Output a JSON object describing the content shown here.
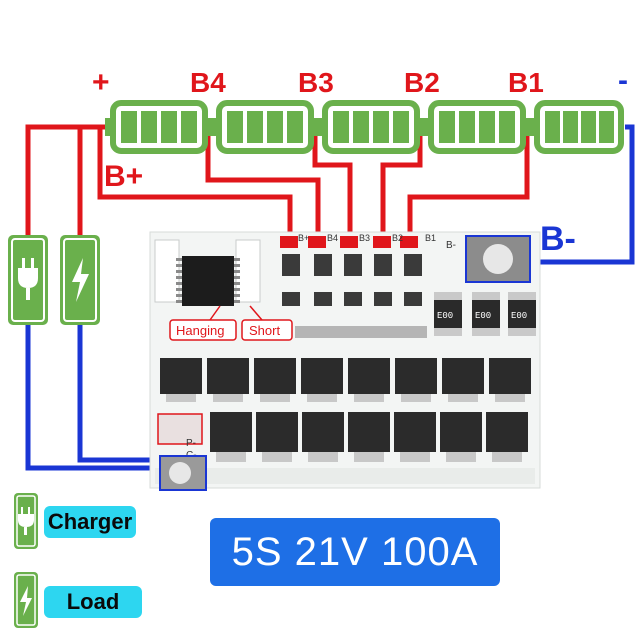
{
  "terminals": {
    "plus": "+",
    "minus": "-",
    "b_plus": "B+",
    "b_minus": "B-"
  },
  "cell_taps": [
    "B4",
    "B3",
    "B2",
    "B1"
  ],
  "board": {
    "pad_labels": [
      "B+",
      "B4",
      "B3",
      "B2",
      "B1"
    ],
    "b_minus_pad": "B-",
    "p_minus": "P-",
    "c_minus": "C-",
    "hanging": "Hanging",
    "short": "Short",
    "resistor_codes": [
      "E00",
      "E00",
      "E00"
    ]
  },
  "legend": {
    "charger": "Charger",
    "load": "Load"
  },
  "spec": "5S 21V 100A",
  "colors": {
    "positive_wire": "#e0161b",
    "negative_wire": "#1a36d4",
    "battery_fill": "#6ab04c",
    "legend_pill": "#2dd6f0",
    "spec_box": "#1e6fe6"
  },
  "icons": {
    "charger": "plug-icon",
    "load": "lightning-bolt-icon"
  }
}
